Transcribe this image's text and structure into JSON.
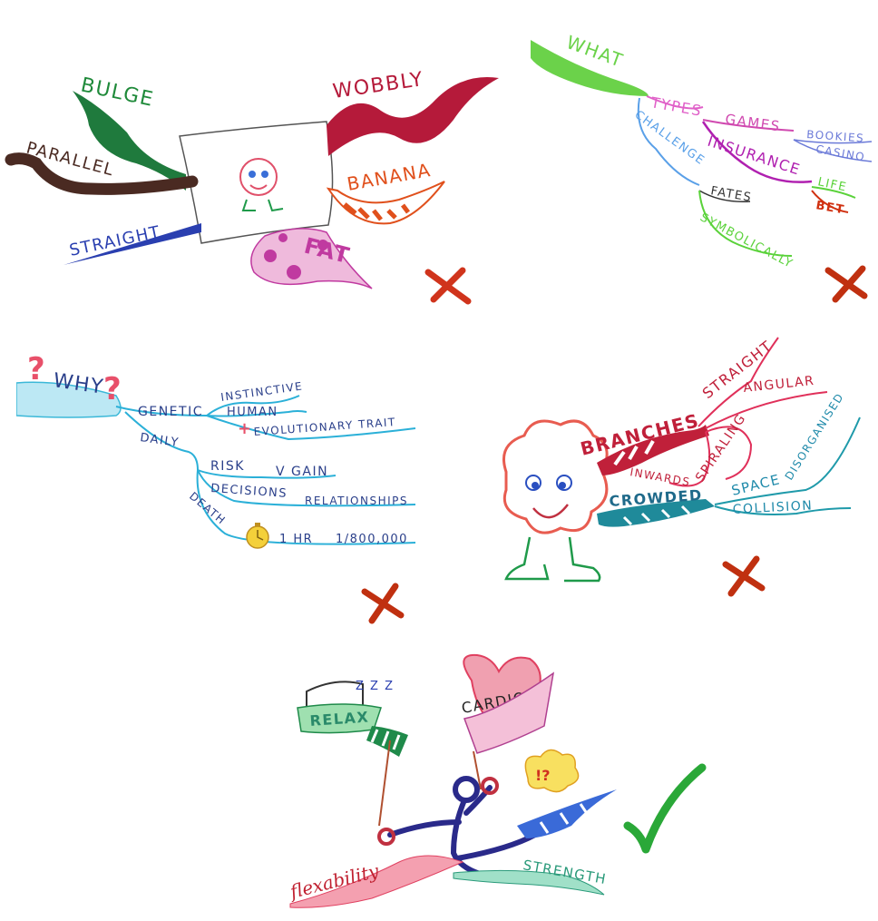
{
  "panel1": {
    "labels": {
      "bulge": "BULGE",
      "parallel": "PARALLEL",
      "straight": "STRAIGHT",
      "wobbly": "WOBBLY",
      "banana": "BANANA",
      "fat": "FAT"
    },
    "mark": "cross"
  },
  "panel2": {
    "labels": {
      "what": "WHAT",
      "types": "TYPES",
      "games": "GAMES",
      "bookies": "BOOKIES",
      "casino": "CASINO",
      "insurance": "INSURANCE",
      "life": "LIFE",
      "bet": "BET",
      "challenge": "CHALLENGE",
      "fates": "FATES",
      "symbolically": "SYMBOLICALLY"
    },
    "mark": "cross"
  },
  "panel3": {
    "labels": {
      "q1": "?",
      "why": "WHY",
      "q2": "?",
      "genetic": "GENETIC",
      "instinctive": "INSTINCTIVE",
      "human": "HUMAN",
      "plus": "+",
      "evolutionary": "EVOLUTIONARY TRAIT",
      "daily": "DAILY",
      "risk": "RISK",
      "vgain": "V GAIN",
      "decisions": "DECISIONS",
      "relationships": "RELATIONSHIPS",
      "death": "DEATH",
      "hr": "1 HR",
      "odds": "1/800,000"
    },
    "mark": "cross"
  },
  "panel4": {
    "labels": {
      "branches": "BRANCHES",
      "straight": "STRAIGHT",
      "angular": "ANGULAR",
      "inwards": "INWARDS",
      "spiraling": "SPIRALING",
      "crowded": "CROWDED",
      "space": "SPACE",
      "disorganised": "DISORGANISED",
      "collision": "COLLISION"
    },
    "mark": "cross"
  },
  "panel5": {
    "labels": {
      "relax": "RELAX",
      "zzz": "Z Z Z",
      "cardio": "CARDIO",
      "exclaim": "!?",
      "flexability": "flexability",
      "strength": "STRENGTH"
    },
    "mark": "check"
  },
  "colors": {
    "cross": "#d0341c",
    "check": "#2aa838"
  }
}
